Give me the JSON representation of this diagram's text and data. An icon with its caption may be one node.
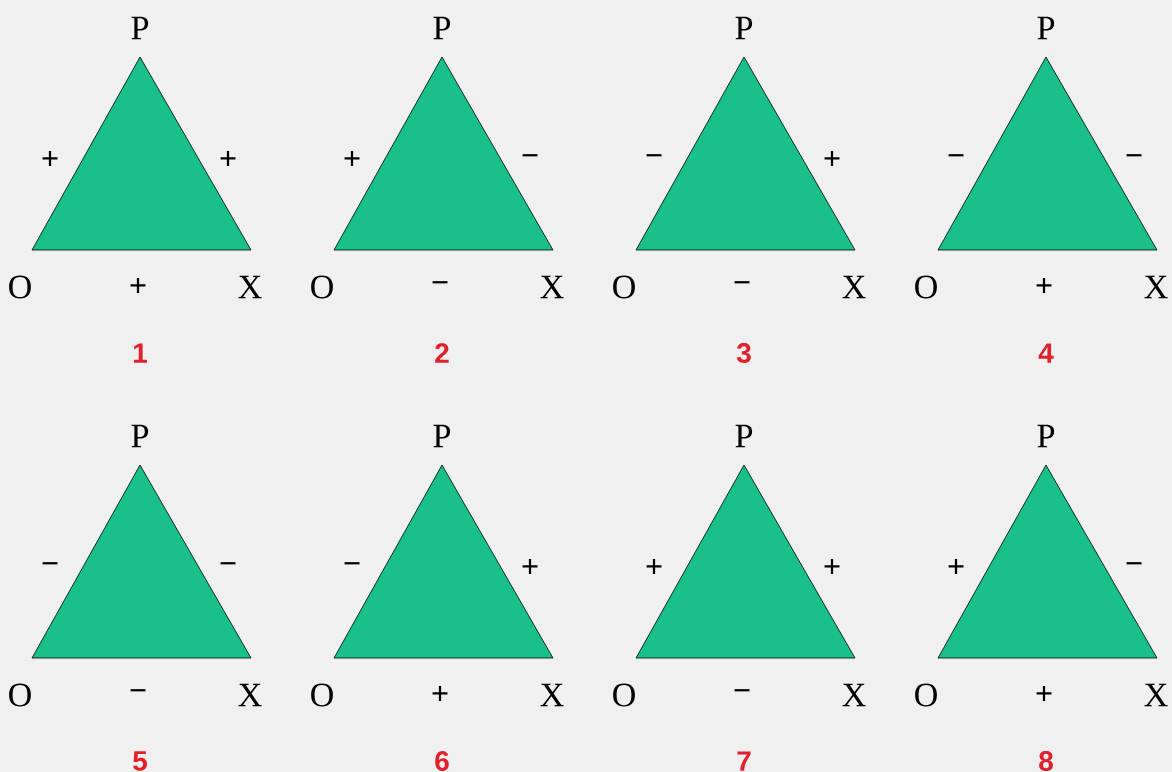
{
  "diagram": {
    "nodes": [
      {
        "text": [
          "P",
          "O",
          "X",
          "+",
          "+",
          "+"
        ],
        "beside": [
          "1"
        ]
      },
      {
        "text": [
          "P",
          "O",
          "X",
          "+",
          "−",
          "−"
        ],
        "beside": [
          "2"
        ]
      },
      {
        "text": [
          "P",
          "O",
          "X",
          "−",
          "+",
          "−"
        ],
        "beside": [
          "3"
        ]
      },
      {
        "text": [
          "P",
          "O",
          "X",
          "−",
          "−",
          "+"
        ],
        "beside": [
          "4"
        ]
      },
      {
        "text": [
          "P",
          "O",
          "X",
          "−",
          "−",
          "−"
        ],
        "beside": [
          "5"
        ]
      },
      {
        "text": [
          "P",
          "O",
          "X",
          "−",
          "+",
          "+"
        ],
        "beside": [
          "6"
        ]
      },
      {
        "text": [
          "P",
          "O",
          "X",
          "+",
          "+",
          "−"
        ],
        "beside": [
          "7"
        ]
      },
      {
        "text": [
          "P",
          "O",
          "X",
          "+",
          "−",
          "+"
        ],
        "beside": [
          "8"
        ]
      }
    ]
  }
}
